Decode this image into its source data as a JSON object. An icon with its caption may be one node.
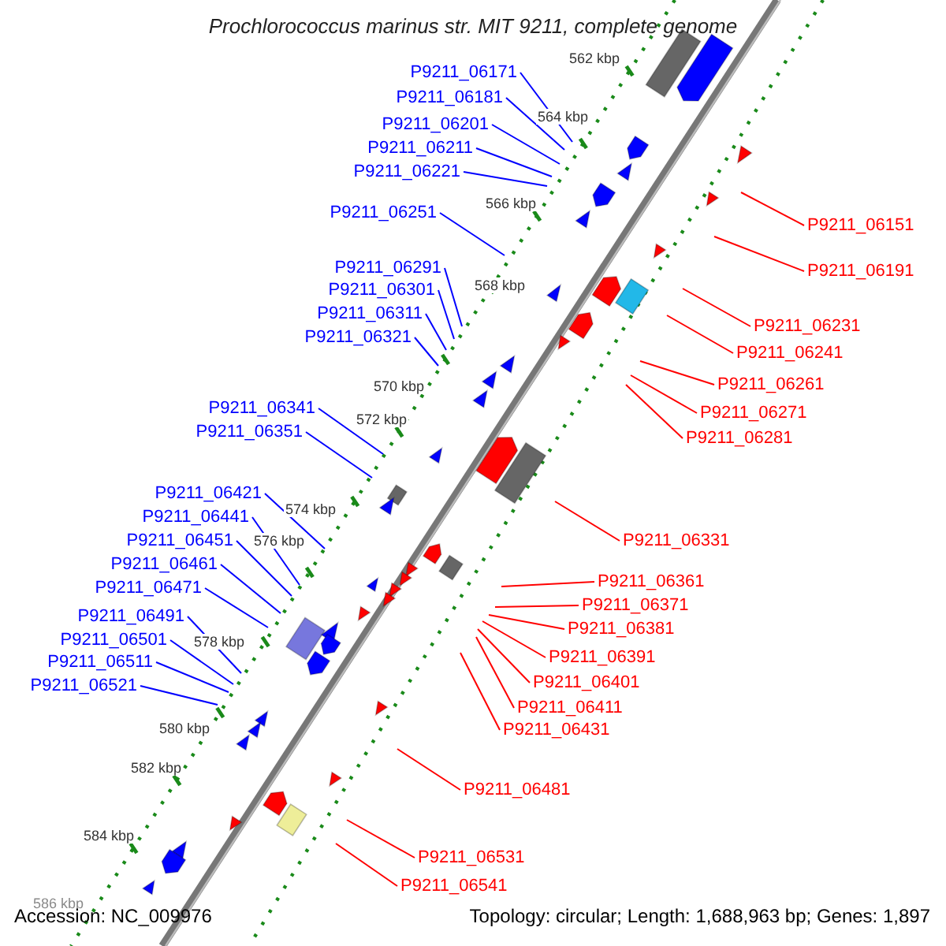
{
  "diagram": {
    "title": "Prochlorococcus marinus str. MIT 9211, complete genome",
    "nodes": [
      {
        "text": [
          "P9211_06171"
        ]
      },
      {
        "text": [
          "P9211_06181"
        ]
      },
      {
        "text": [
          "P9211_06201"
        ]
      },
      {
        "text": [
          "P9211_06211"
        ]
      },
      {
        "text": [
          "P9211_06221"
        ]
      },
      {
        "text": [
          "P9211_06251"
        ]
      },
      {
        "text": [
          "P9211_06151"
        ]
      },
      {
        "text": [
          "P9211_06291"
        ]
      },
      {
        "text": [
          "P9211_06191"
        ]
      },
      {
        "text": [
          "P9211_06301"
        ]
      },
      {
        "text": [
          "P9211_06311"
        ]
      },
      {
        "text": [
          "P9211_06231"
        ]
      },
      {
        "text": [
          "P9211_06321"
        ]
      },
      {
        "text": [
          "P9211_06241"
        ]
      },
      {
        "text": [
          "P9211_06261"
        ]
      },
      {
        "text": [
          "P9211_06341"
        ]
      },
      {
        "text": [
          "P9211_06271"
        ]
      },
      {
        "text": [
          "P9211_06351"
        ]
      },
      {
        "text": [
          "P9211_06281"
        ]
      },
      {
        "text": [
          "P9211_06421"
        ]
      },
      {
        "text": [
          "P9211_06441"
        ]
      },
      {
        "text": [
          "P9211_06331"
        ]
      },
      {
        "text": [
          "P9211_06451"
        ]
      },
      {
        "text": [
          "P9211_06461"
        ]
      },
      {
        "text": [
          "P9211_06361"
        ]
      },
      {
        "text": [
          "P9211_06471"
        ]
      },
      {
        "text": [
          "P9211_06371"
        ]
      },
      {
        "text": [
          "P9211_06491"
        ]
      },
      {
        "text": [
          "P9211_06381"
        ]
      },
      {
        "text": [
          "P9211_06501"
        ]
      },
      {
        "text": [
          "P9211_06391"
        ]
      },
      {
        "text": [
          "P9211_06511"
        ]
      },
      {
        "text": [
          "P9211_06401"
        ]
      },
      {
        "text": [
          "P9211_06521"
        ]
      },
      {
        "text": [
          "P9211_06411"
        ]
      },
      {
        "text": [
          "P9211_06431"
        ]
      },
      {
        "text": [
          "P9211_06481"
        ]
      },
      {
        "text": [
          "P9211_06531"
        ]
      },
      {
        "text": [
          "P9211_06541"
        ]
      }
    ],
    "edges": [
      {
        "from": 0,
        "to": null,
        "arrow": "none"
      },
      {
        "from": 1,
        "to": null,
        "arrow": "none"
      },
      {
        "from": 2,
        "to": null,
        "arrow": "none"
      },
      {
        "from": 3,
        "to": null,
        "arrow": "none"
      },
      {
        "from": 4,
        "to": null,
        "arrow": "none"
      },
      {
        "from": 5,
        "to": null,
        "arrow": "none"
      },
      {
        "from": 6,
        "to": null,
        "arrow": "none",
        "color": "#ff0000"
      },
      {
        "from": 7,
        "to": null,
        "arrow": "none"
      },
      {
        "from": 8,
        "to": null,
        "arrow": "none",
        "color": "#ff0000"
      },
      {
        "from": 9,
        "to": null,
        "arrow": "none"
      },
      {
        "from": 10,
        "to": null,
        "arrow": "none"
      },
      {
        "from": 11,
        "to": null,
        "arrow": "none",
        "color": "#ff0000"
      },
      {
        "from": 12,
        "to": null,
        "arrow": "none"
      },
      {
        "from": 13,
        "to": null,
        "arrow": "none",
        "color": "#ff0000"
      },
      {
        "from": 14,
        "to": null,
        "arrow": "none",
        "color": "#ff0000"
      },
      {
        "from": 15,
        "to": null,
        "arrow": "none"
      },
      {
        "from": 16,
        "to": null,
        "arrow": "none",
        "color": "#ff0000"
      },
      {
        "from": 17,
        "to": null,
        "arrow": "none"
      },
      {
        "from": 18,
        "to": null,
        "arrow": "none",
        "color": "#ff0000"
      },
      {
        "from": 19,
        "to": null,
        "arrow": "none"
      },
      {
        "from": 20,
        "to": null,
        "arrow": "none"
      },
      {
        "from": 21,
        "to": null,
        "arrow": "none",
        "color": "#ff0000"
      },
      {
        "from": 22,
        "to": null,
        "arrow": "none"
      },
      {
        "from": 23,
        "to": null,
        "arrow": "none"
      },
      {
        "from": 24,
        "to": null,
        "arrow": "none",
        "color": "#ff0000"
      },
      {
        "from": 25,
        "to": null,
        "arrow": "none"
      },
      {
        "from": 26,
        "to": null,
        "arrow": "none",
        "color": "#ff0000"
      },
      {
        "from": 27,
        "to": null,
        "arrow": "none"
      },
      {
        "from": 28,
        "to": null,
        "arrow": "none",
        "color": "#ff0000"
      },
      {
        "from": 29,
        "to": null,
        "arrow": "none"
      },
      {
        "from": 30,
        "to": null,
        "arrow": "none",
        "color": "#ff0000"
      },
      {
        "from": 31,
        "to": null,
        "arrow": "none"
      },
      {
        "from": 32,
        "to": null,
        "arrow": "none",
        "color": "#ff0000"
      },
      {
        "from": 33,
        "to": null,
        "arrow": "none"
      },
      {
        "from": 34,
        "to": null,
        "arrow": "none",
        "color": "#ff0000"
      },
      {
        "from": 35,
        "to": null,
        "arrow": "none",
        "color": "#ff0000"
      },
      {
        "from": 36,
        "to": null,
        "arrow": "none",
        "color": "#ff0000"
      },
      {
        "from": 37,
        "to": null,
        "arrow": "none",
        "color": "#ff0000"
      },
      {
        "from": 38,
        "to": null,
        "arrow": "none",
        "color": "#ff0000"
      }
    ],
    "labels": [
      "562 kbp",
      "564 kbp",
      "566 kbp",
      "568 kbp",
      "570 kbp",
      "572 kbp",
      "574 kbp",
      "576 kbp",
      "578 kbp",
      "580 kbp",
      "582 kbp",
      "584 kbp",
      "586 kbp",
      "Accession: NC_009976",
      "Topology: circular; Length: 1,688,963 bp; Genes: 1,897"
    ]
  }
}
